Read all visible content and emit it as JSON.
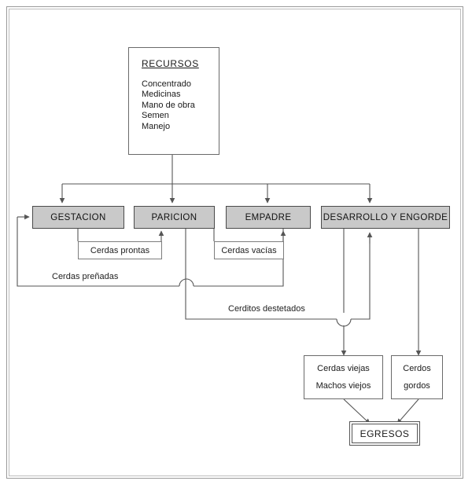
{
  "diagram": {
    "title_node": {
      "heading": "RECURSOS",
      "items": [
        "Concentrado",
        "Medicinas",
        "Mano de obra",
        "Semen",
        "Manejo"
      ]
    },
    "processes": [
      {
        "id": "gestacion",
        "label": "GESTACION"
      },
      {
        "id": "paricion",
        "label": "PARICION"
      },
      {
        "id": "empadre",
        "label": "EMPADRE"
      },
      {
        "id": "desarrollo",
        "label": "DESARROLLO Y ENGORDE"
      }
    ],
    "flow_labels": [
      {
        "id": "cerdas-prontas",
        "label": "Cerdas prontas"
      },
      {
        "id": "cerdas-vacias",
        "label": "Cerdas vacías"
      }
    ],
    "edge_labels": [
      {
        "id": "cerdas-prenadas",
        "label": "Cerdas preñadas"
      },
      {
        "id": "cerditos-destetados",
        "label": "Cerditos destetados"
      }
    ],
    "outputs": [
      {
        "id": "viejos",
        "line1": "Cerdas viejas",
        "line2": "Machos viejos"
      },
      {
        "id": "gordos",
        "line1": "Cerdos",
        "line2": "gordos"
      }
    ],
    "sink": {
      "label": "EGRESOS"
    },
    "colors": {
      "process_fill": "#c9c9c9",
      "line": "#555555",
      "frame": "#8a8a8a",
      "background": "#ffffff"
    }
  }
}
